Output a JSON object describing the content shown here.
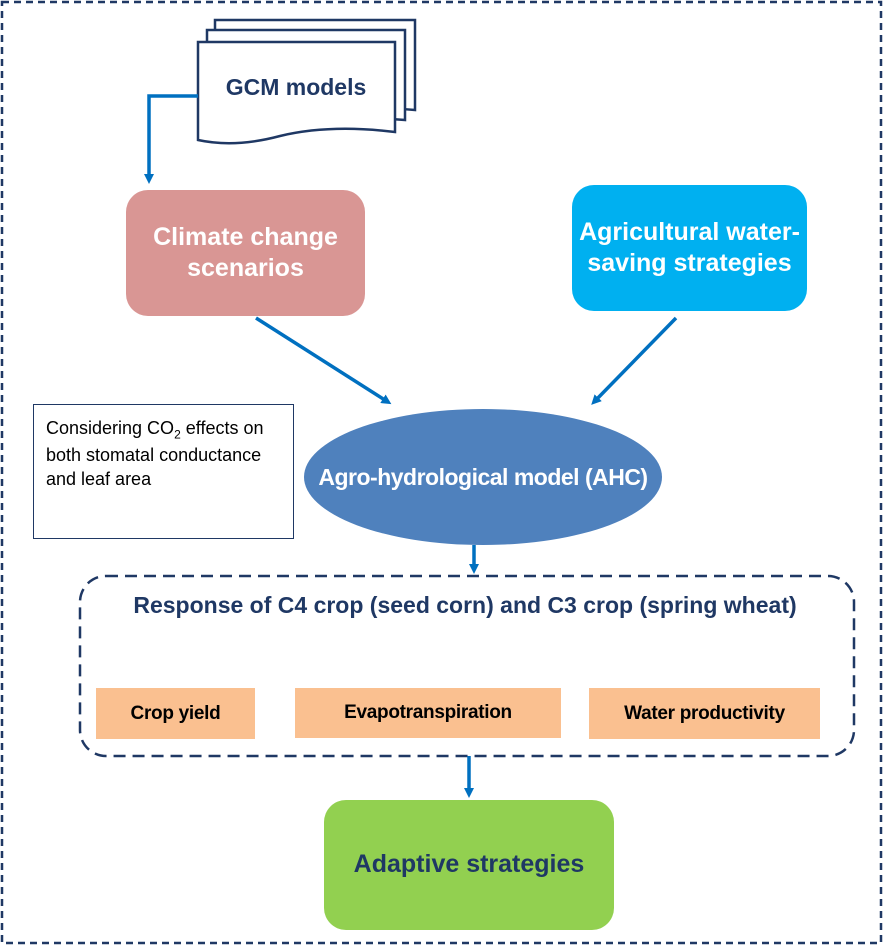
{
  "nodes": {
    "gcm": "GCM models",
    "climate": "Climate change scenarios",
    "water_saving": "Agricultural water-saving strategies",
    "ahc": "Agro-hydrological model (AHC)",
    "response": "Response of C4 crop (seed corn) and C3 crop (spring wheat)",
    "adaptive": "Adaptive strategies"
  },
  "note": {
    "prefix": "Considering CO",
    "subscript": "2",
    "suffix": "effects on both stomatal conductance and leaf area"
  },
  "metrics": {
    "crop_yield": "Crop yield",
    "evapotranspiration": "Evapotranspiration",
    "water_productivity": "Water productivity"
  },
  "colors": {
    "frame": "#1f3864",
    "arrow": "#0070c0",
    "climate_fill": "#d99694",
    "water_fill": "#00b0f0",
    "ahc_fill": "#4f81bd",
    "metric_fill": "#fac090",
    "adaptive_fill": "#92d050",
    "title_text": "#1f3864"
  }
}
